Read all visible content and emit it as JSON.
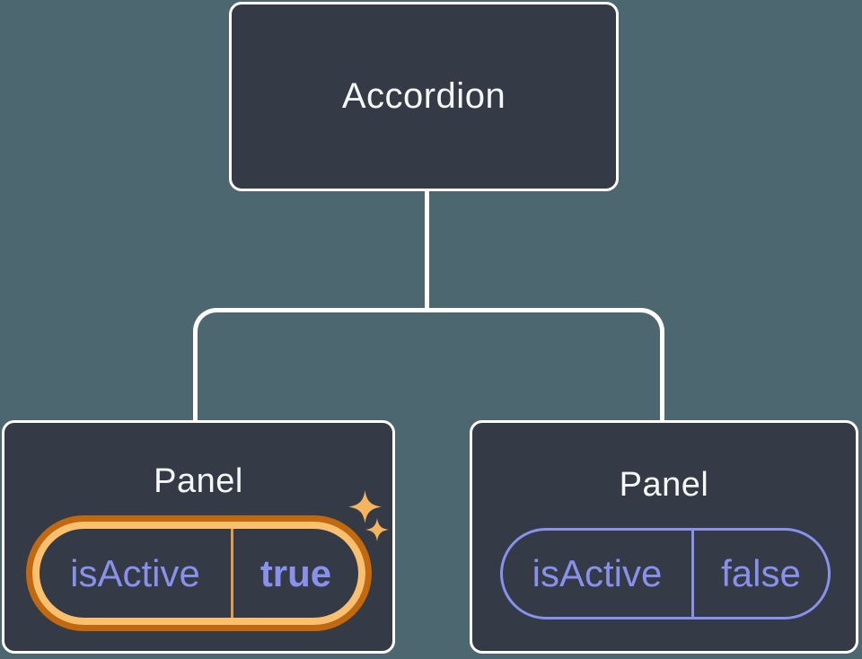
{
  "colors": {
    "background": "#4C676F",
    "card": "#343A46",
    "connector": "#FFFFFF",
    "title-text": "#F6F7F9",
    "purple": "#8891EC",
    "gold-outer": "#C2690F",
    "gold-inner": "#FBC06D",
    "gold-divider": "#E09B4F",
    "sparkle": "#F6B45F"
  },
  "tree": {
    "root": {
      "label": "Accordion"
    },
    "children": [
      {
        "label": "Panel",
        "state": {
          "key": "isActive",
          "value": "true"
        },
        "highlighted": true
      },
      {
        "label": "Panel",
        "state": {
          "key": "isActive",
          "value": "false"
        },
        "highlighted": false
      }
    ]
  }
}
